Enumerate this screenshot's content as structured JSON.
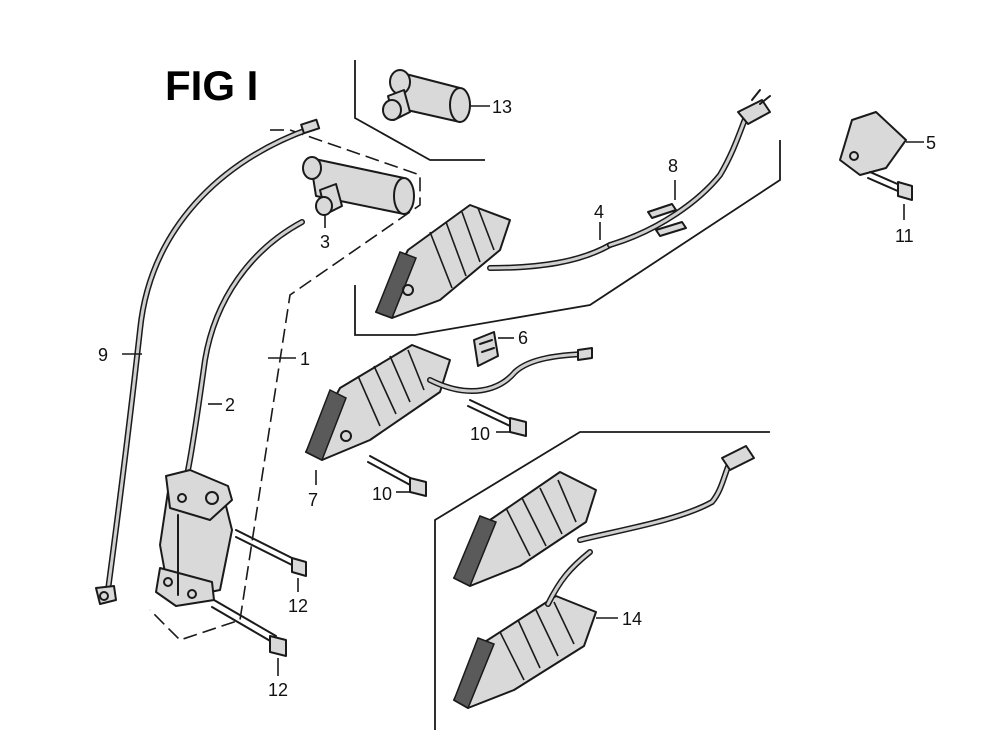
{
  "figure": {
    "title": "FIG I"
  },
  "callouts": {
    "c1": "1",
    "c2": "2",
    "c3": "3",
    "c4": "4",
    "c5": "5",
    "c6": "6",
    "c7": "7",
    "c8": "8",
    "c9": "9",
    "c10a": "10",
    "c10b": "10",
    "c11": "11",
    "c12a": "12",
    "c12b": "12",
    "c13": "13",
    "c14": "14"
  }
}
